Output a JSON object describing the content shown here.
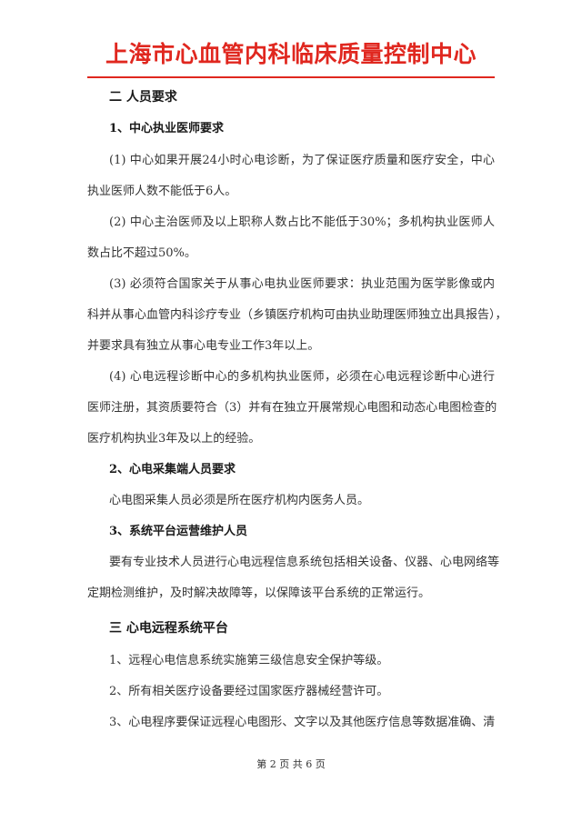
{
  "header": {
    "title": "上海市心血管内科临床质量控制中心"
  },
  "section2": {
    "heading": "二  人员要求",
    "sub1": {
      "heading": "1、中心执业医师要求",
      "p1_line1": "(1) 中心如果开展24小时心电诊断，为了保证医疗质量和医疗安全，中心",
      "p1_line2": "执业医师人数不能低于6人。",
      "p2_line1": "(2)  中心主治医师及以上职称人数占比不能低于30%；多机构执业医师人",
      "p2_line2": "数占比不超过50%。",
      "p3_line1": "(3)  必须符合国家关于从事心电执业医师要求：执业范围为医学影像或内",
      "p3_line2": "科并从事心血管内科诊疗专业（乡镇医疗机构可由执业助理医师独立出具报告），",
      "p3_line3": "并要求具有独立从事心电专业工作3年以上。",
      "p4_line1": "(4) 心电远程诊断中心的多机构执业医师，必须在心电远程诊断中心进行",
      "p4_line2": "医师注册，其资质要符合（3）并有在独立开展常规心电图和动态心电图检查的",
      "p4_line3": "医疗机构执业3年及以上的经验。"
    },
    "sub2": {
      "heading": "2、心电采集端人员要求",
      "p1": "心电图采集人员必须是所在医疗机构内医务人员。"
    },
    "sub3": {
      "heading": "3、系统平台运营维护人员",
      "p1_line1": "要有专业技术人员进行心电远程信息系统包括相关设备、仪器、心电网络等",
      "p1_line2": "定期检测维护，及时解决故障等，以保障该平台系统的正常运行。"
    }
  },
  "section3": {
    "heading": "三  心电远程系统平台",
    "item1": "1、远程心电信息系统实施第三级信息安全保护等级。",
    "item2": "2、所有相关医疗设备要经过国家医疗器械经营许可。",
    "item3_line1": "3、心电程序要保证远程心电图形、文字以及其他医疗信息等数据准确、清"
  },
  "footer": {
    "page_info": "第 2 页 共 6 页"
  }
}
